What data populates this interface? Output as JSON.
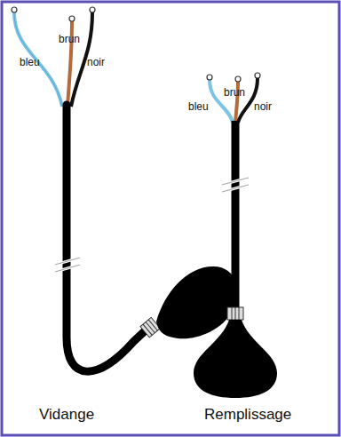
{
  "diagram": {
    "labels": [
      "brun",
      "bleu",
      "noir",
      "brun",
      "bleu",
      "noir",
      "Vidange",
      "Remplissage"
    ]
  }
}
